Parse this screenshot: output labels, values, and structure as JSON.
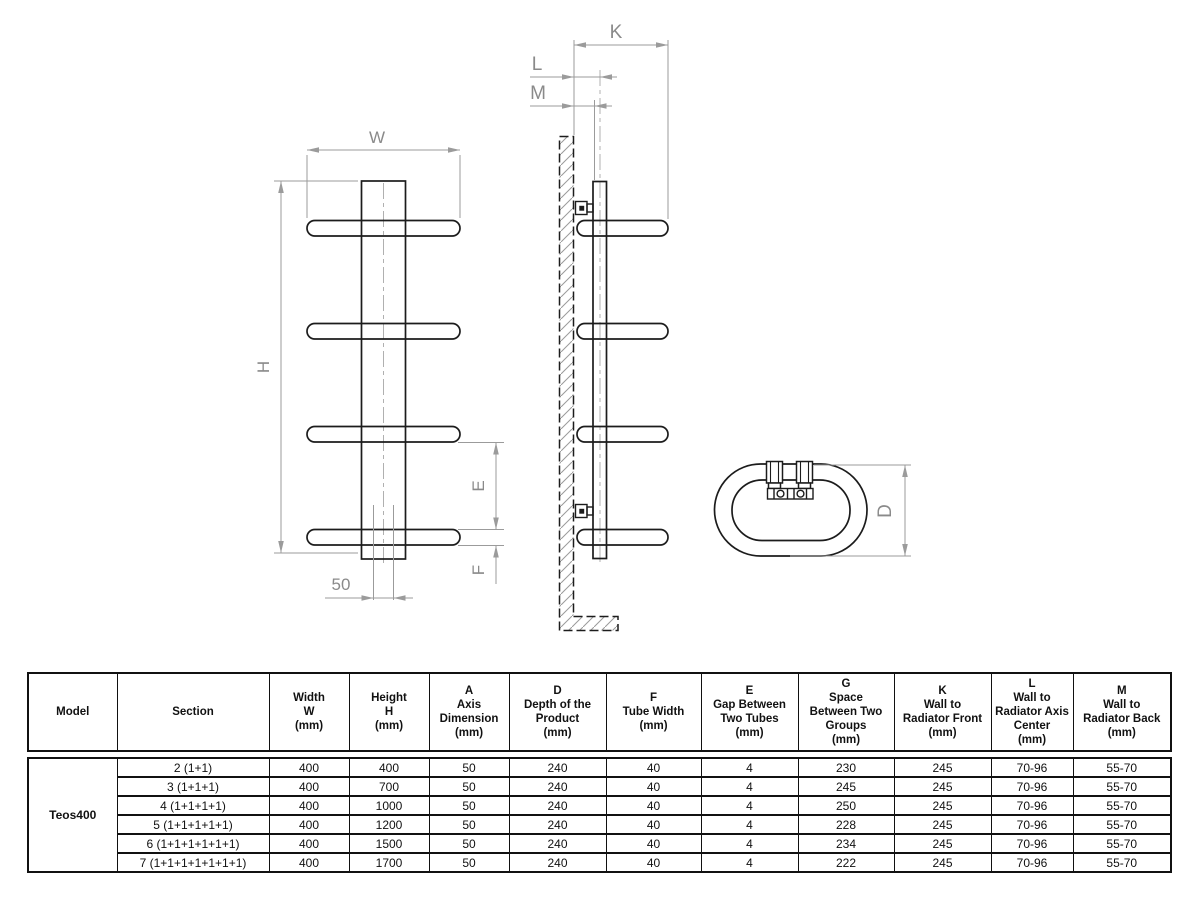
{
  "drawing": {
    "front_view": {
      "width_label": "W",
      "height_label": "H",
      "gap_label": "E",
      "tube_width_label": "F",
      "axis_dim_label": "50"
    },
    "side_view": {
      "wall_to_front_label": "K",
      "wall_to_axis_label": "L",
      "wall_to_back_label": "M"
    },
    "top_view": {
      "depth_label": "D"
    },
    "colors": {
      "object_line": "#1c1c1c",
      "dimension_line": "#9b9b9b",
      "dimension_text": "#8a8a8a",
      "background": "#ffffff"
    }
  },
  "table": {
    "columns": [
      "Model",
      "Section",
      "Width\nW\n(mm)",
      "Height\nH\n(mm)",
      "A\nAxis\nDimension\n(mm)",
      "D\nDepth of the\nProduct\n(mm)",
      "F\nTube Width\n(mm)",
      "E\nGap Between\nTwo Tubes\n(mm)",
      "G\nSpace\nBetween Two\nGroups\n(mm)",
      "K\nWall to\nRadiator Front\n(mm)",
      "L\nWall to\nRadiator  Axis\nCenter\n(mm)",
      "M\nWall to\nRadiator  Back\n(mm)"
    ],
    "model": "Teos400",
    "rows": [
      {
        "section": "2 (1+1)",
        "values": [
          "400",
          "400",
          "50",
          "240",
          "40",
          "4",
          "230",
          "245",
          "70-96",
          "55-70"
        ]
      },
      {
        "section": "3 (1+1+1)",
        "values": [
          "400",
          "700",
          "50",
          "240",
          "40",
          "4",
          "245",
          "245",
          "70-96",
          "55-70"
        ]
      },
      {
        "section": "4 (1+1+1+1)",
        "values": [
          "400",
          "1000",
          "50",
          "240",
          "40",
          "4",
          "250",
          "245",
          "70-96",
          "55-70"
        ]
      },
      {
        "section": "5 (1+1+1+1+1)",
        "values": [
          "400",
          "1200",
          "50",
          "240",
          "40",
          "4",
          "228",
          "245",
          "70-96",
          "55-70"
        ]
      },
      {
        "section": "6 (1+1+1+1+1+1)",
        "values": [
          "400",
          "1500",
          "50",
          "240",
          "40",
          "4",
          "234",
          "245",
          "70-96",
          "55-70"
        ]
      },
      {
        "section": "7 (1+1+1+1+1+1+1)",
        "values": [
          "400",
          "1700",
          "50",
          "240",
          "40",
          "4",
          "222",
          "245",
          "70-96",
          "55-70"
        ]
      }
    ]
  }
}
